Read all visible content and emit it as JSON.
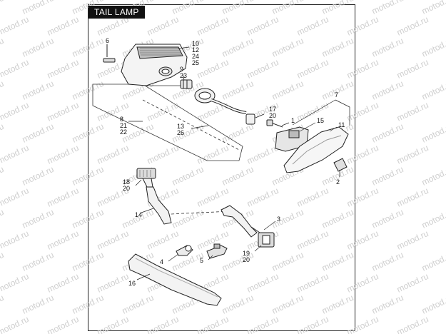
{
  "diagram": {
    "title": "TAIL LAMP",
    "watermark": "motod.ru",
    "callouts": [
      {
        "id": "c6",
        "lines": [
          "6"
        ]
      },
      {
        "id": "c10",
        "lines": [
          "10",
          "12",
          "24",
          "25"
        ]
      },
      {
        "id": "c9",
        "lines": [
          "9",
          "23"
        ]
      },
      {
        "id": "c7",
        "lines": [
          "7"
        ]
      },
      {
        "id": "c17",
        "lines": [
          "17",
          "20"
        ]
      },
      {
        "id": "c1",
        "lines": [
          "1"
        ]
      },
      {
        "id": "c15",
        "lines": [
          "15"
        ]
      },
      {
        "id": "c11",
        "lines": [
          "11"
        ]
      },
      {
        "id": "c8",
        "lines": [
          "8",
          "21",
          "22"
        ]
      },
      {
        "id": "c13",
        "lines": [
          "13",
          "26"
        ]
      },
      {
        "id": "c2",
        "lines": [
          "2"
        ]
      },
      {
        "id": "c18",
        "lines": [
          "18",
          "20"
        ]
      },
      {
        "id": "c14",
        "lines": [
          "14"
        ]
      },
      {
        "id": "c3",
        "lines": [
          "3"
        ]
      },
      {
        "id": "c19",
        "lines": [
          "19",
          "20"
        ]
      },
      {
        "id": "c4",
        "lines": [
          "4"
        ]
      },
      {
        "id": "c5",
        "lines": [
          "5"
        ]
      },
      {
        "id": "c16",
        "lines": [
          "16"
        ]
      }
    ]
  }
}
